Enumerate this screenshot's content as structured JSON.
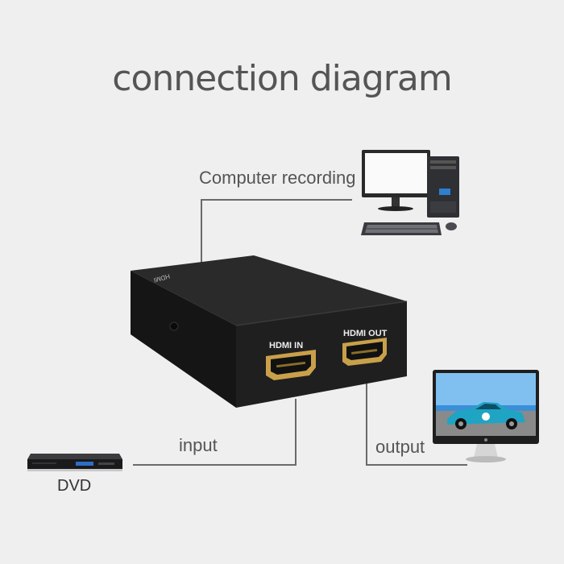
{
  "title": "connection diagram",
  "labels": {
    "computer_recording": "Computer recording",
    "input": "input",
    "output": "output",
    "dvd": "DVD"
  },
  "device": {
    "port_in_label": "HDMI IN",
    "port_out_label": "HDMI OUT"
  },
  "colors": {
    "background": "#efefef",
    "text": "#555555",
    "device_body": "#1e1e1e",
    "hdmi_gold": "#c9a04a",
    "wire": "#666666",
    "screen_blue": "#3a8fd8"
  },
  "icons": [
    "computer-monitor-icon",
    "pc-tower-icon",
    "keyboard-icon",
    "mouse-icon",
    "tv-monitor-icon",
    "car-icon",
    "dvd-player-icon"
  ]
}
